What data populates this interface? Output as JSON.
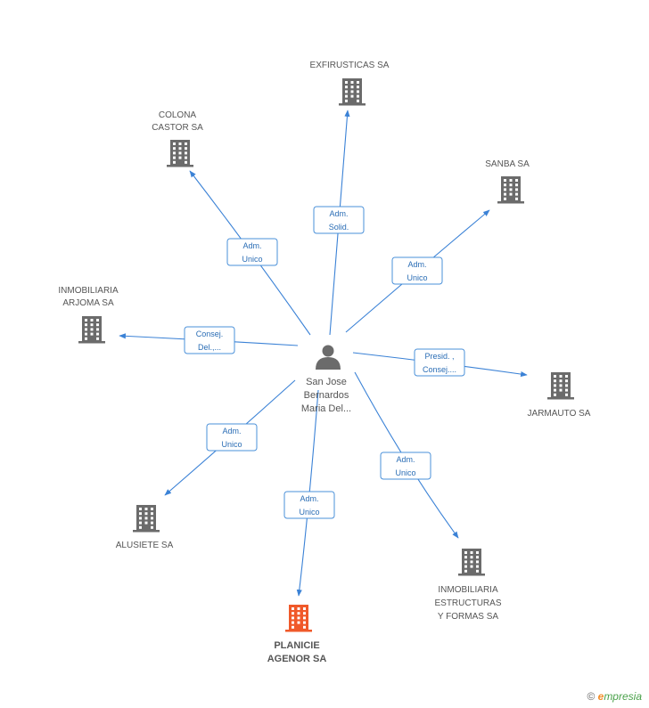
{
  "center_person": {
    "name_lines": [
      "San Jose",
      "Bernardos",
      "Maria Del..."
    ]
  },
  "companies": [
    {
      "id": "exfirusticas",
      "name_lines": [
        "EXFIRUSTICAS SA"
      ],
      "focus": false
    },
    {
      "id": "colona",
      "name_lines": [
        "COLONA",
        "CASTOR SA"
      ],
      "focus": false
    },
    {
      "id": "sanba",
      "name_lines": [
        "SANBA SA"
      ],
      "focus": false
    },
    {
      "id": "arjoma",
      "name_lines": [
        "INMOBILIARIA",
        "ARJOMA SA"
      ],
      "focus": false
    },
    {
      "id": "jarmauto",
      "name_lines": [
        "JARMAUTO SA"
      ],
      "focus": false
    },
    {
      "id": "alusiete",
      "name_lines": [
        "ALUSIETE SA"
      ],
      "focus": false
    },
    {
      "id": "planicie",
      "name_lines": [
        "PLANICIE",
        "AGENOR SA"
      ],
      "focus": true
    },
    {
      "id": "estructuras",
      "name_lines": [
        "INMOBILIARIA",
        "ESTRUCTURAS",
        "Y FORMAS SA"
      ],
      "focus": false
    }
  ],
  "relations": [
    {
      "target": "exfirusticas",
      "label_lines": [
        "Adm.",
        "Solid."
      ]
    },
    {
      "target": "colona",
      "label_lines": [
        "Adm.",
        "Unico"
      ]
    },
    {
      "target": "sanba",
      "label_lines": [
        "Adm.",
        "Unico"
      ]
    },
    {
      "target": "arjoma",
      "label_lines": [
        "Consej.",
        "Del.,..."
      ]
    },
    {
      "target": "jarmauto",
      "label_lines": [
        "Presid. ,",
        "Consej...."
      ]
    },
    {
      "target": "alusiete",
      "label_lines": [
        "Adm.",
        "Unico"
      ]
    },
    {
      "target": "planicie",
      "label_lines": [
        "Adm.",
        "Unico"
      ]
    },
    {
      "target": "estructuras",
      "label_lines": [
        "Adm.",
        "Unico"
      ]
    }
  ],
  "colors": {
    "edge": "#3b82d6",
    "building": "#6b6b6b",
    "building_focus": "#f0592a",
    "person": "#6b6b6b"
  },
  "icons": {
    "company": "building-icon",
    "person": "person-icon",
    "copyright": "copyright-icon"
  },
  "footer": {
    "copyright_symbol": "©",
    "brand_initial": "e",
    "brand_rest": "mpresia"
  }
}
